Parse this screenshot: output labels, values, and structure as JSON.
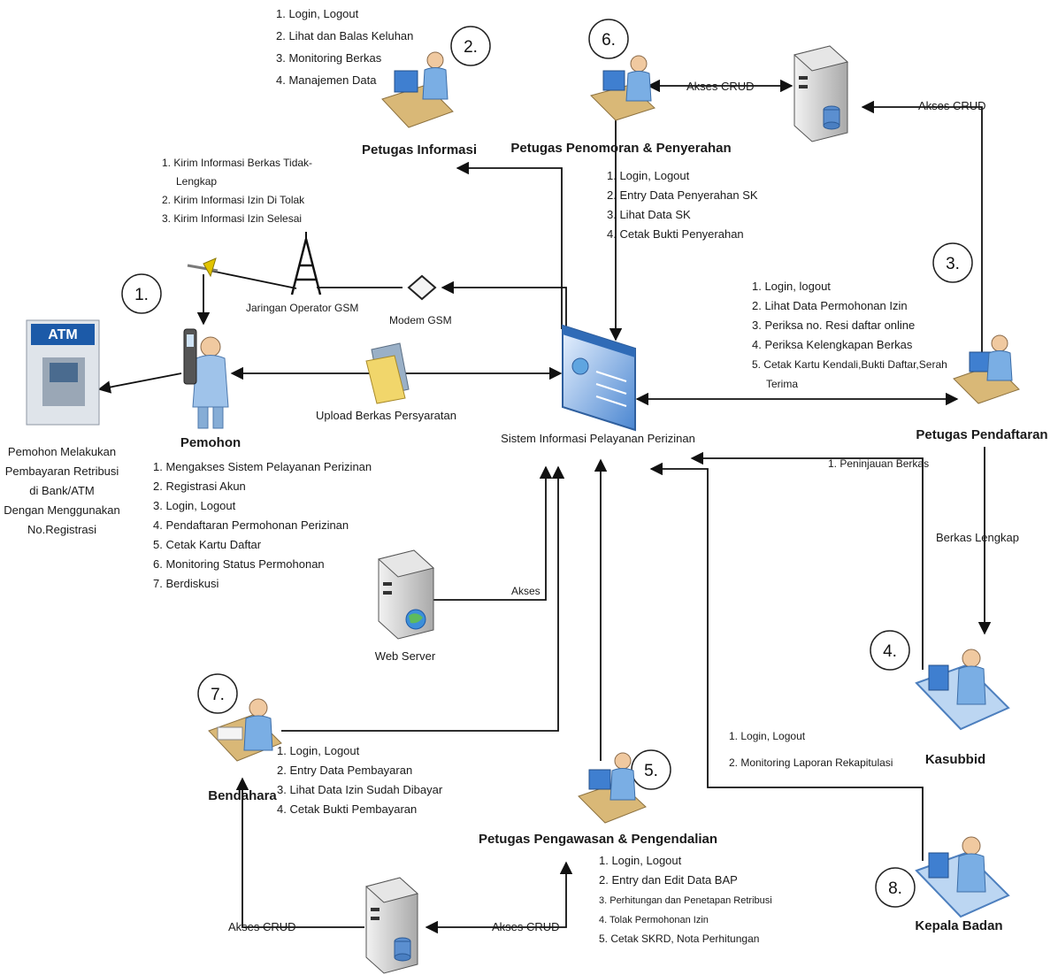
{
  "numbers": {
    "n1": "1.",
    "n2": "2.",
    "n3": "3.",
    "n4": "4.",
    "n5": "5.",
    "n6": "6.",
    "n7": "7.",
    "n8": "8."
  },
  "atm": {
    "sign": "ATM",
    "caption": [
      "Pemohon Melakukan",
      "Pembayaran Retribusi",
      "di Bank/ATM",
      "Dengan Menggunakan",
      "No.Registrasi"
    ]
  },
  "pemohon": {
    "title": "Pemohon",
    "items": [
      "1. Mengakses Sistem Pelayanan Perizinan",
      "2. Registrasi Akun",
      "3. Login, Logout",
      "4. Pendaftaran Permohonan Perizinan",
      "5. Cetak Kartu Daftar",
      "6. Monitoring Status Permohonan",
      "7. Berdiskusi"
    ]
  },
  "sms": {
    "items": [
      "1. Kirim Informasi Berkas Tidak-",
      "Lengkap",
      "2. Kirim Informasi Izin Di Tolak",
      "3. Kirim Informasi Izin Selesai"
    ]
  },
  "network": {
    "gsm_operator": "Jaringan Operator GSM",
    "modem": "Modem GSM",
    "upload": "Upload Berkas Persyaratan"
  },
  "informasi": {
    "title": "Petugas Informasi",
    "items": [
      "1. Login, Logout",
      "2. Lihat dan Balas Keluhan",
      "3. Monitoring Berkas",
      "4. Manajemen Data"
    ]
  },
  "penomoran": {
    "title": "Petugas Penomoran & Penyerahan",
    "items": [
      "1. Login, Logout",
      "2. Entry Data Penyerahan SK",
      "3. Lihat Data SK",
      "4. Cetak Bukti Penyerahan"
    ]
  },
  "links": {
    "crud_top_left": "Akses CRUD",
    "crud_top_right": "Akses CRUD",
    "akses": "Akses",
    "crud_bottom_left": "Akses CRUD",
    "crud_bottom_right": "Akses CRUD"
  },
  "system": {
    "title": "Sistem Informasi Pelayanan Perizinan"
  },
  "pendaftaran": {
    "title": "Petugas Pendaftaran",
    "items": [
      "1. Login, logout",
      "2. Lihat Data Permohonan Izin",
      "3. Periksa no. Resi daftar online",
      "4. Periksa Kelengkapan Berkas",
      "5. Cetak Kartu Kendali,Bukti Daftar,Serah",
      "Terima"
    ]
  },
  "kasubbid": {
    "title": "Kasubbid",
    "peninjauan": "1. Peninjauan Berkas",
    "berkas_lengkap": "Berkas Lengkap"
  },
  "webserver": {
    "title": "Web Server"
  },
  "bendahara": {
    "title": "Bendahara",
    "items": [
      "1. Login, Logout",
      "2. Entry Data Pembayaran",
      "3. Lihat Data Izin Sudah Dibayar",
      "4. Cetak Bukti Pembayaran"
    ]
  },
  "pengawasan": {
    "title": "Petugas Pengawasan & Pengendalian",
    "items": [
      "1. Login, Logout",
      "2. Entry dan Edit Data BAP",
      "3. Perhitungan dan Penetapan Retribusi",
      "4. Tolak Permohonan Izin",
      "5. Cetak SKRD, Nota Perhitungan"
    ]
  },
  "kepala": {
    "title": "Kepala Badan",
    "items": [
      "1. Login, Logout",
      "2. Monitoring Laporan Rekapitulasi"
    ]
  },
  "colors": {
    "workstation_blue": "#3f7fd0",
    "desk_tan": "#d9b877",
    "server_grey": "#c9c9c9",
    "atm_blue": "#1c5aa8",
    "screen_blue": "#4a90d9"
  }
}
